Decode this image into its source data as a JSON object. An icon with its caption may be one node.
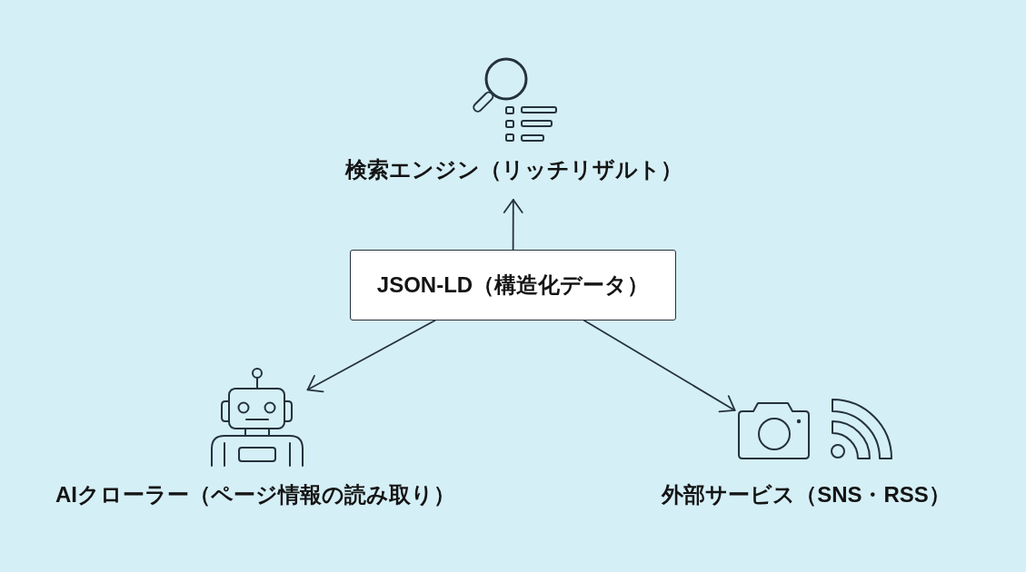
{
  "diagram": {
    "nodes": [
      {
        "text": [
          "JSON-LD（構造化データ）"
        ]
      },
      {
        "text": [
          "検索エンジン（リッチリザルト）"
        ]
      },
      {
        "text": [],
        "shape": "picture",
        "beside": [
          "AIクローラー（ページ情報の読み取り）"
        ]
      },
      {
        "text": [],
        "shape": "picture",
        "beside": [
          "外部サービス（SNS・RSS）"
        ]
      }
    ],
    "edges": [
      {
        "from": 0,
        "to": 1,
        "arrow": "to"
      },
      {
        "from": 0,
        "to": 2,
        "arrow": "to"
      },
      {
        "from": 0,
        "to": 3,
        "arrow": "to"
      }
    ]
  }
}
